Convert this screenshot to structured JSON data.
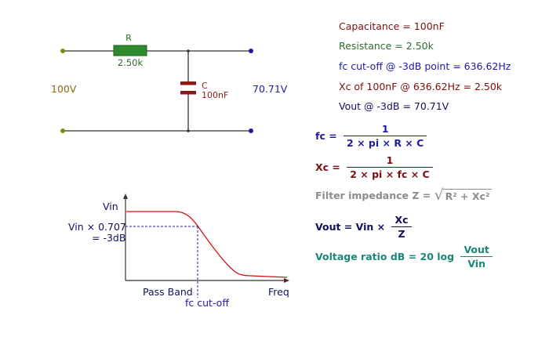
{
  "colors": {
    "wire": "#333333",
    "node": "#888811",
    "node_blue": "#1c1ca0",
    "resistor_fill": "#2e8b2e",
    "capacitor": "#8b1a1a",
    "source_label": "#8b6914",
    "cap_label": "#8b1a1a",
    "out_label": "#1c1ca0",
    "res_label": "#2e6b2e",
    "curve": "#d01010",
    "marker": "#1c1ca0",
    "blue": "#1c1ca0",
    "dark_red": "#7a1010",
    "grey": "#8c8c8c",
    "navy": "#101060",
    "teal": "#188878"
  },
  "circuit": {
    "resistor_label": "R",
    "resistor_value": "2.50k",
    "capacitor_label": "C",
    "capacitor_value": "100nF",
    "input_voltage": "100V",
    "output_voltage": "70.71V"
  },
  "results": {
    "capacitance": "Capacitance = 100nF",
    "resistance": "Resistance = 2.50k",
    "fc": "fc cut-off @ -3dB point = 636.62Hz",
    "xc": "Xc of 100nF @ 636.62Hz = 2.50k",
    "vout": "Vout @ -3dB = 70.71V"
  },
  "formulas": {
    "fc": {
      "lhs": "fc =",
      "num": "1",
      "den": "2 × pi × R × C"
    },
    "xc": {
      "lhs": "Xc =",
      "num": "1",
      "den": "2 × pi × fc × C"
    },
    "z": {
      "lhs": "Filter impedance Z =",
      "radicand": "R² + Xc²"
    },
    "vout": {
      "lhs": "Vout = Vin ×",
      "num": "Xc",
      "den": "Z"
    },
    "ratio": {
      "lhs": "Voltage ratio dB = 20 log",
      "num": "Vout",
      "den": "Vin"
    }
  },
  "response_graph": {
    "y_label": "Vin",
    "level_label_line1": "Vin × 0.707",
    "level_label_line2": "= -3dB",
    "pass_band_label": "Pass Band",
    "cutoff_label": "fc cut-off",
    "x_label": "Freq"
  }
}
